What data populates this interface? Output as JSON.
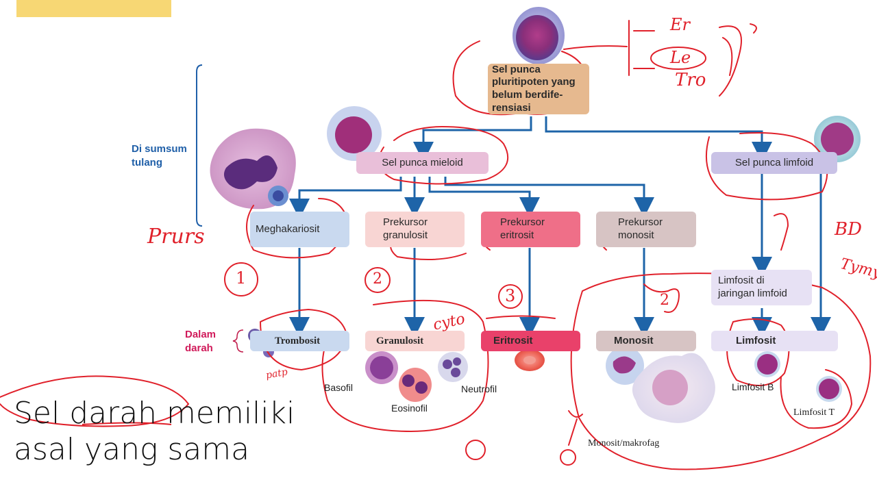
{
  "top_left_highlight_color": "#f7d774",
  "stem": {
    "label": "Sel punca pluritipoten yang belum berdife-rensiasi",
    "lines": [
      "Sel punca",
      "pluritipoten yang",
      "belum berdife-",
      "rensiasi"
    ]
  },
  "myeloid": {
    "label": "Sel punca mieloid"
  },
  "lymphoid": {
    "label": "Sel punca limfoid"
  },
  "bone_marrow_label": {
    "line1": "Di sumsum",
    "line2": "tulang"
  },
  "blood_label": {
    "line1": "Dalam",
    "line2": "darah"
  },
  "progenitors": {
    "megakaryocyte": "Meghakariosit",
    "granulocyte": {
      "line1": "Prekursor",
      "line2": "granulosit"
    },
    "erythrocyte": {
      "line1": "Prekursor",
      "line2": "eritrosit"
    },
    "monocyte": {
      "line1": "Prekursor",
      "line2": "monosit"
    },
    "lymph_tissue": {
      "line1": "Limfosit di",
      "line2": "jaringan limfoid"
    }
  },
  "mature": {
    "trombosit": "Trombosit",
    "granulosit": "Granulosit",
    "eritrosit": "Eritrosit",
    "monosit": "Monosit",
    "limfosit": "Limfosit"
  },
  "cell_labels": {
    "basofil": "Basofil",
    "eosinofil": "Eosinofil",
    "neutrofil": "Neutrofil",
    "limfosit_b": "Limfosit B",
    "limfosit_t": "Limfosit T",
    "monosit_makrofag": "Monosit/makrofag"
  },
  "slide_title": {
    "line1": "Sel darah memiliki",
    "line2": "asal yang sama"
  },
  "annotations": {
    "note_er": "Er",
    "note_le": "Le",
    "note_tro": "Tro",
    "note_prurs": "Prurs",
    "num1": "1",
    "num2a": "2",
    "num3": "3",
    "num2b": "2",
    "cyto": "cyto",
    "patp": "patp",
    "bd": "BD",
    "tymy": "Tymy"
  },
  "colors": {
    "arrow": "#1e64a8",
    "ink": "#e0202a",
    "stem_box": "#e6b98f",
    "myeloid_box": "#e9bfd9",
    "lymphoid_box": "#c9c2e6",
    "mega_box": "#c9d9ef",
    "gran_box": "#f8d5d3",
    "ery_box": "#ef6f88",
    "mono_box": "#d7c4c4",
    "lymph_tissue_box": "#e7e1f4",
    "blood_label": "#d01a5a",
    "marrow_label": "#1f5fa8"
  }
}
